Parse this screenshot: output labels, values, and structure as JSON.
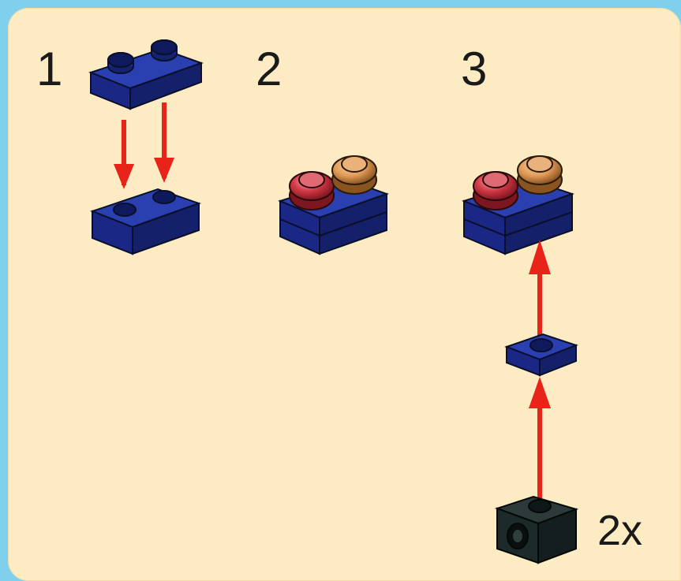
{
  "steps": [
    {
      "number": "1"
    },
    {
      "number": "2"
    },
    {
      "number": "3"
    }
  ],
  "parts_callout": {
    "quantity": "2x"
  },
  "colors": {
    "background_frame": "#7fd0ec",
    "panel": "#fcebc3",
    "brick_blue": "#1d2f8c",
    "arrow_red": "#e8241a",
    "stud_red": "#d23a46",
    "stud_orange": "#e19a57",
    "technic_black": "#1d2a2a"
  }
}
